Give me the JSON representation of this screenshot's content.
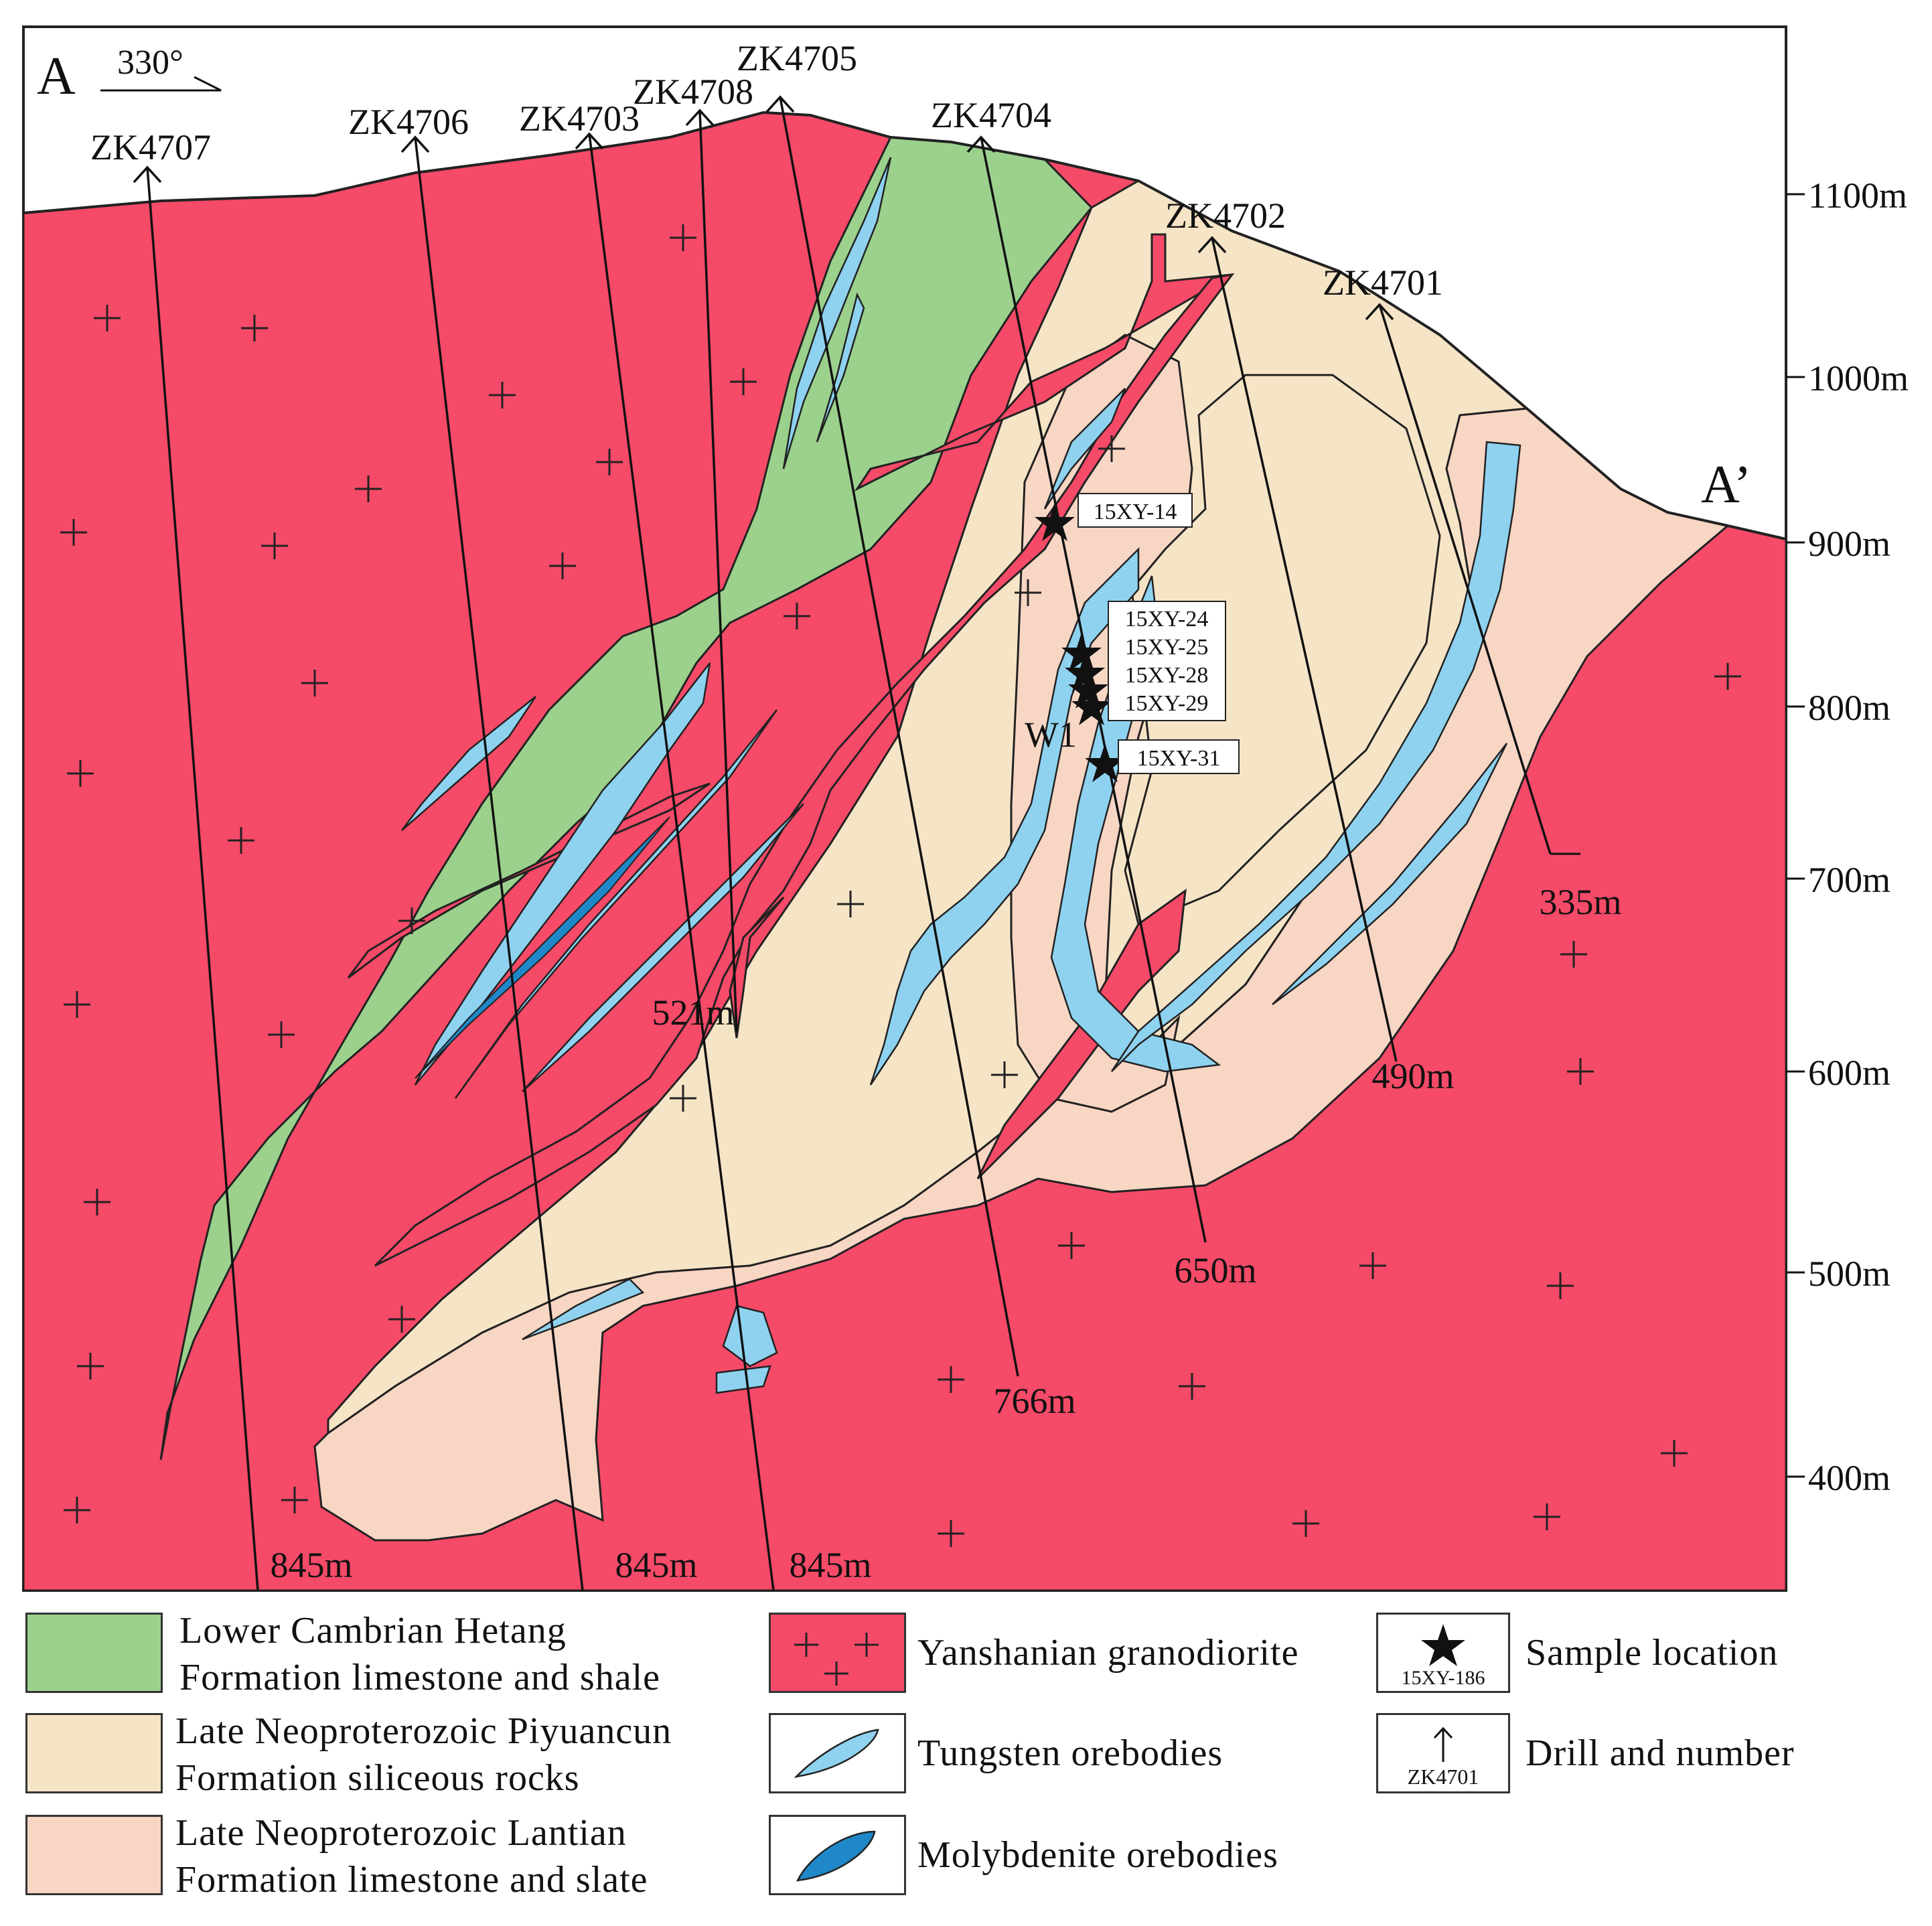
{
  "section": {
    "start_label": "A",
    "end_label": "A’",
    "orientation": "330°",
    "ore_label": "W1"
  },
  "elevation_axis": [
    "1100m",
    "1000m",
    "900m",
    "800m",
    "700m",
    "600m",
    "500m",
    "400m"
  ],
  "drills": [
    {
      "id": "ZK4707",
      "depth": "845m"
    },
    {
      "id": "ZK4706",
      "depth": "845m"
    },
    {
      "id": "ZK4703",
      "depth": "845m"
    },
    {
      "id": "ZK4708",
      "depth": "521m"
    },
    {
      "id": "ZK4705",
      "depth": "766m"
    },
    {
      "id": "ZK4704",
      "depth": "650m"
    },
    {
      "id": "ZK4702",
      "depth": "490m"
    },
    {
      "id": "ZK4701",
      "depth": "335m"
    }
  ],
  "samples": [
    "15XY-14",
    "15XY-24",
    "15XY-25",
    "15XY-28",
    "15XY-29",
    "15XY-31"
  ],
  "legend": {
    "hetang_1": "Lower Cambrian Hetang",
    "hetang_2": "Formation limestone and shale",
    "piyuancun_1": "Late Neoproterozoic Piyuancun",
    "piyuancun_2": "Formation siliceous rocks",
    "lantian_1": "Late Neoproterozoic Lantian",
    "lantian_2": "Formation limestone and slate",
    "granodiorite": "Yanshanian granodiorite",
    "tungsten": "Tungsten orebodies",
    "molybdenite": "Molybdenite orebodies",
    "sample_location": "Sample location",
    "sample_example": "15XY-186",
    "drill": "Drill and number",
    "drill_example": "ZK4701"
  },
  "colors": {
    "granodiorite": "#f54a68",
    "hetang": "#9bd18c",
    "piyuancun": "#f6e4c6",
    "lantian": "#f8d6c4",
    "tungsten": "#8fd2f0",
    "molybdenite": "#1f88c8"
  }
}
